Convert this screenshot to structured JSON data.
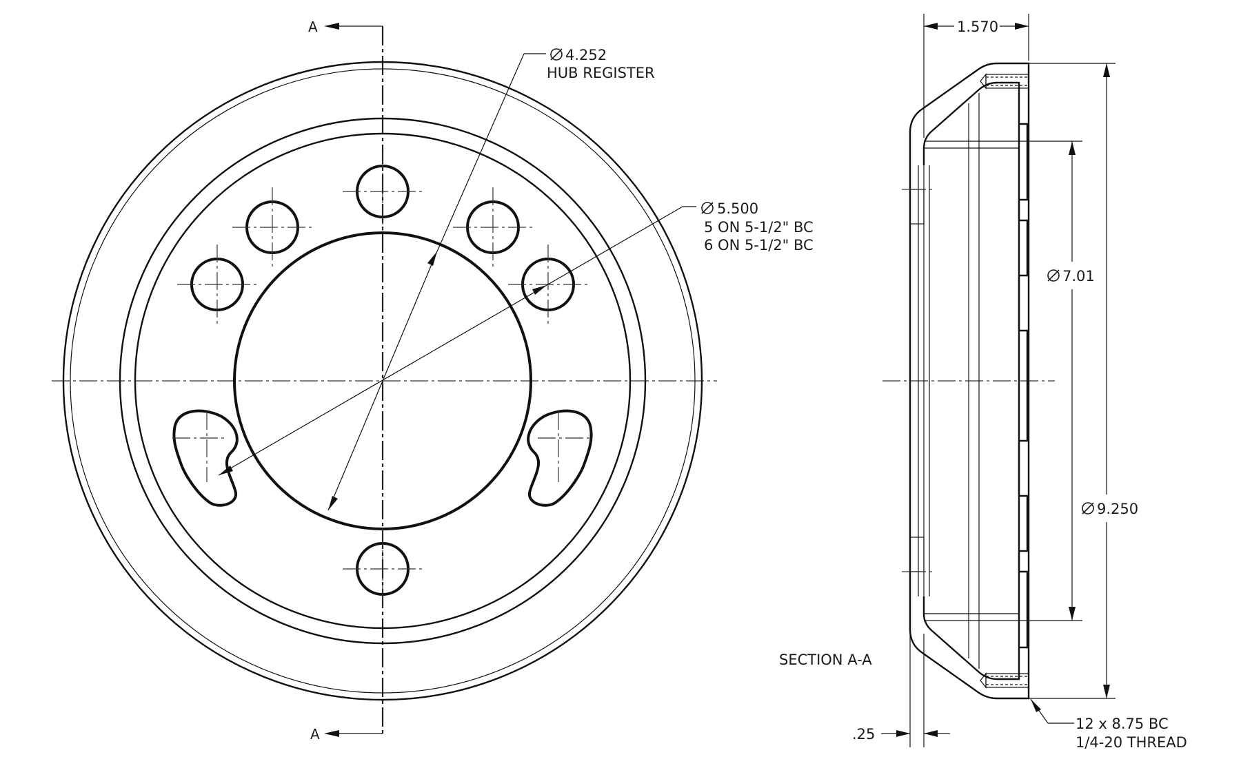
{
  "front_view": {
    "section_label_top": "A",
    "section_label_bottom": "A",
    "hub_register": {
      "diameter": "4.252",
      "caption": "HUB REGISTER"
    },
    "bolt_circle": {
      "diameter": "5.500",
      "lines": [
        "5 ON 5-1/2\" BC",
        "6 ON 5-1/2\" BC"
      ]
    }
  },
  "section_view": {
    "title": "SECTION A-A",
    "width_dim": "1.570",
    "inner_diameter": "7.01",
    "outer_diameter": "9.250",
    "wall_thickness": ".25",
    "thread_note": [
      "12 x 8.75 BC",
      "1/4-20 THREAD"
    ]
  },
  "symbols": {
    "diameter": "diameter-symbol"
  }
}
